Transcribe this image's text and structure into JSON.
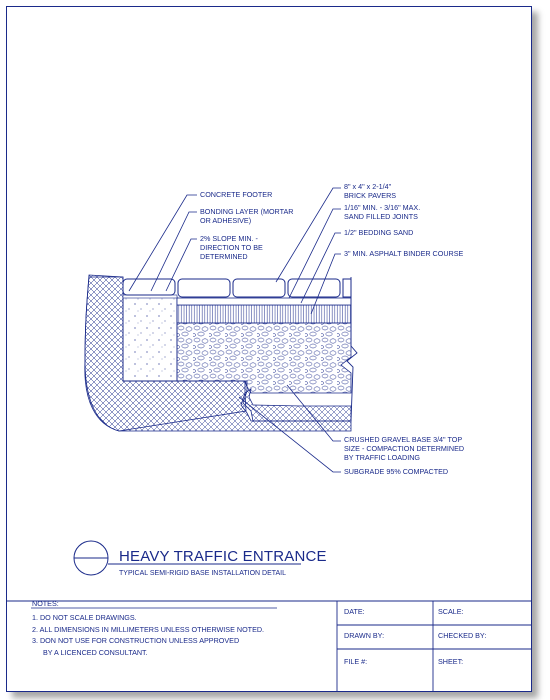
{
  "callouts_left": {
    "concrete_footer": "CONCRETE FOOTER",
    "bonding_1": "BONDING LAYER (MORTAR",
    "bonding_2": "OR ADHESIVE)",
    "slope_1": "2% SLOPE MIN. -",
    "slope_2": "DIRECTION TO BE",
    "slope_3": "DETERMINED"
  },
  "callouts_right": {
    "pavers_1": "8\" x 4\" x 2-1/4\"",
    "pavers_2": "BRICK PAVERS",
    "joints_1": "1/16\" MIN. - 3/16\" MAX.",
    "joints_2": "SAND FILLED JOINTS",
    "bedding": "1/2\" BEDDING SAND",
    "asphalt": "3\" MIN. ASPHALT BINDER COURSE",
    "gravel_1": "CRUSHED GRAVEL BASE 3/4\" TOP",
    "gravel_2": "SIZE - COMPACTION DETERMINED",
    "gravel_3": "BY TRAFFIC LOADING",
    "subgrade": "SUBGRADE 95% COMPACTED"
  },
  "title": {
    "main": "HEAVY TRAFFIC ENTRANCE",
    "sub": "TYPICAL SEMI-RIGID BASE INSTALLATION DETAIL"
  },
  "notes": {
    "heading": "NOTES:",
    "n1": "1.  DO NOT SCALE DRAWINGS.",
    "n2": "2.  ALL DIMENSIONS IN MILLIMETERS UNLESS OTHERWISE NOTED.",
    "n3": "3. DON NOT USE FOR CONSTRUCTION UNLESS APPROVED",
    "n3b": "BY A LICENCED CONSULTANT."
  },
  "titleblock": {
    "date": "DATE:",
    "scale": "SCALE:",
    "drawn_by": "DRAWN BY:",
    "checked_by": "CHECKED BY:",
    "file": "FILE #:",
    "sheet": "SHEET:"
  },
  "colors": {
    "ink": "#1a2a8a",
    "shadow": "#555555"
  }
}
